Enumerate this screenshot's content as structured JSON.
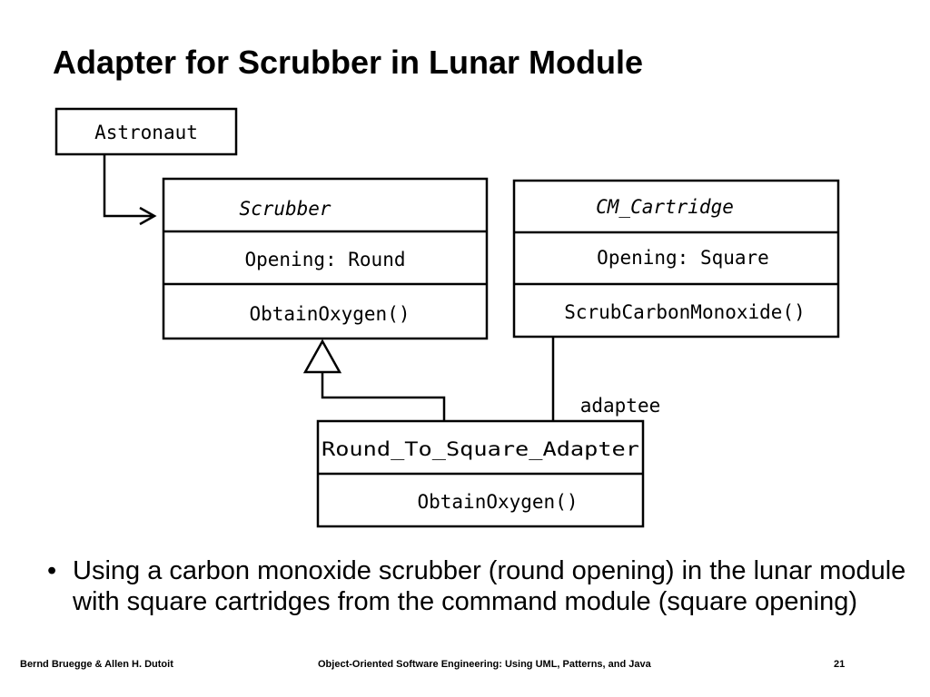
{
  "slide": {
    "title": "Adapter for Scrubber in Lunar Module"
  },
  "diagram": {
    "astronaut": {
      "name": "Astronaut"
    },
    "scrubber": {
      "name": "Scrubber",
      "attribute": "Opening: Round",
      "operation": "ObtainOxygen()"
    },
    "cartridge": {
      "name": "CM_Cartridge",
      "attribute": "Opening: Square",
      "operation": "ScrubCarbonMonoxide()"
    },
    "adapter": {
      "name": "Round_To_Square_Adapter",
      "operation": "ObtainOxygen()"
    },
    "adaptee_label": "adaptee"
  },
  "bullet": {
    "marker": "•",
    "text": "Using a carbon monoxide scrubber (round opening) in the lunar module with square cartridges from the command module (square opening)"
  },
  "footer": {
    "authors": "Bernd Bruegge & Allen H. Dutoit",
    "book": "Object-Oriented Software Engineering: Using UML, Patterns, and Java",
    "page": "21"
  }
}
